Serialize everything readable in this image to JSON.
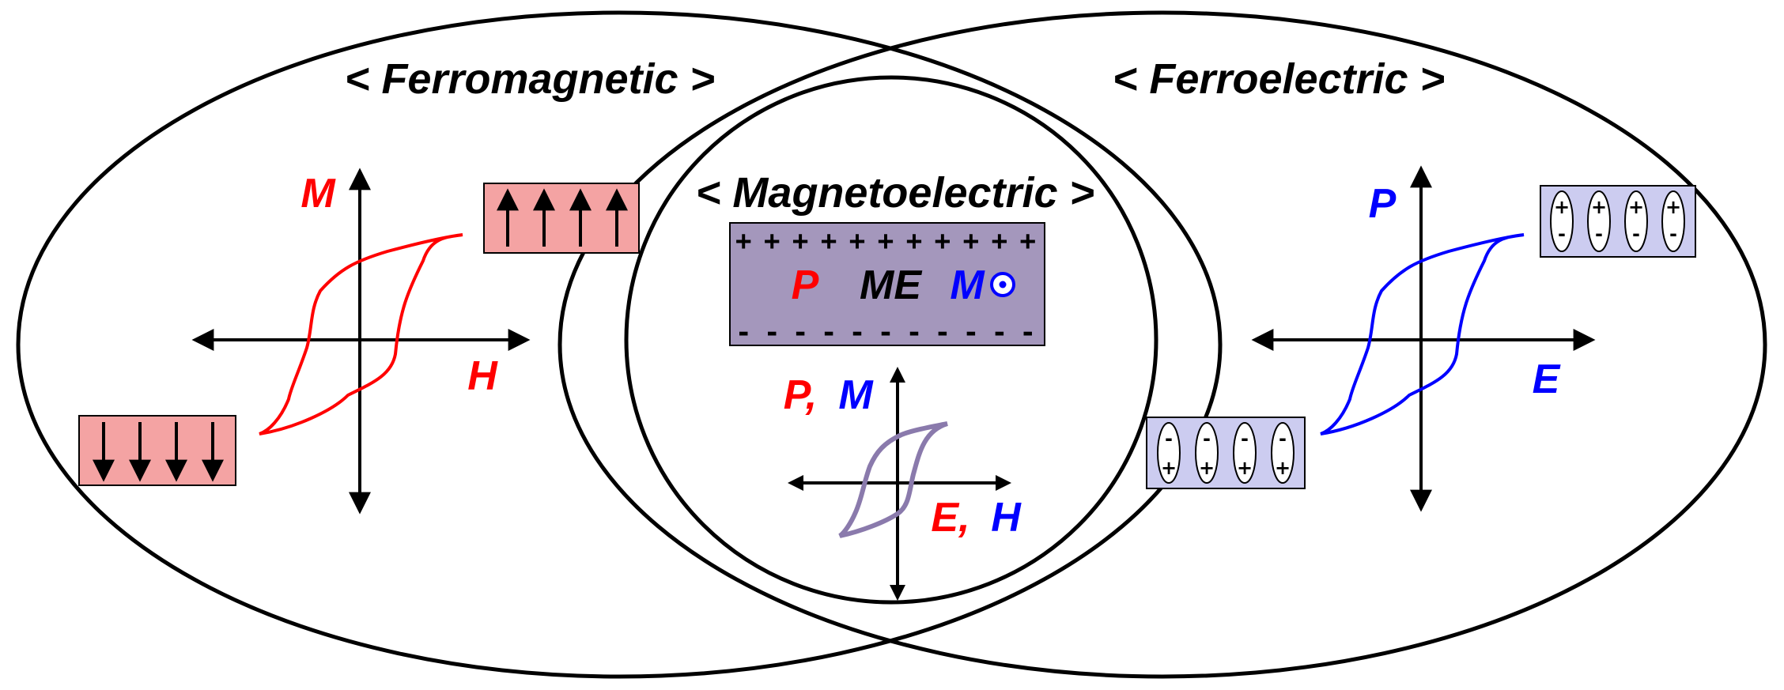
{
  "titles": {
    "ferromagnetic": "< Ferromagnetic >",
    "ferroelectric": "< Ferroelectric >",
    "magnetoelectric": "< Magnetoelectric >"
  },
  "ferromagnetic": {
    "y_label": "M",
    "x_label": "H",
    "up_domains_count": 4,
    "down_domains_count": 4
  },
  "ferroelectric": {
    "y_label": "P",
    "x_label": "E",
    "dipoles_count": 4,
    "plus": "+",
    "minus": "-"
  },
  "magnetoelectric": {
    "top_charges": "+++++++++++",
    "bottom_charges": "- - - - - - - - - - -",
    "p_label": "P",
    "me_label": "ME",
    "m_label": "M",
    "y_label_a": "P,",
    "y_label_b": "M",
    "x_label_a": "E,",
    "x_label_b": "H",
    "circle_dot_icon": "out-of-page-symbol"
  },
  "colors": {
    "magnetic": "#ff0000",
    "electric": "#0000ff",
    "magnetic_box": "#f4a3a3",
    "electric_box": "#ccccf0",
    "me_box": "#a497bc",
    "me_loop": "#8a7aac",
    "line": "#000000"
  }
}
